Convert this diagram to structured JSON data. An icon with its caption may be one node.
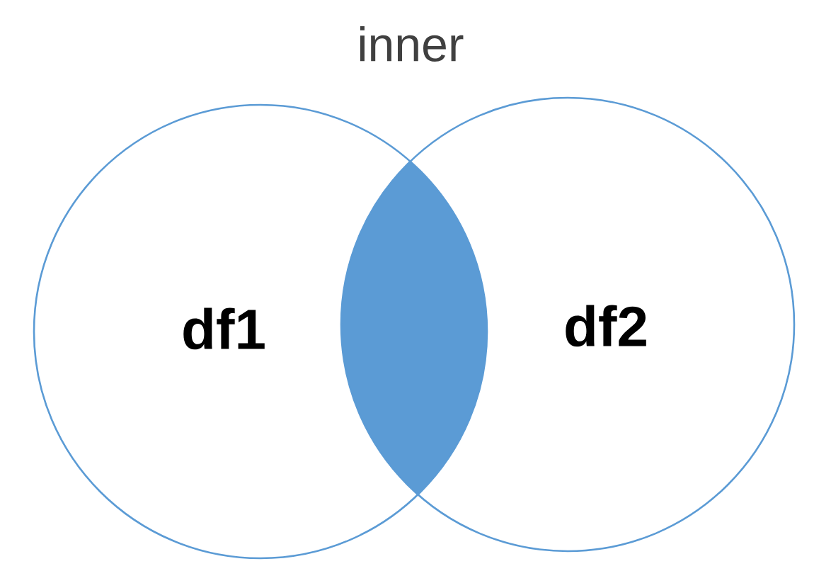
{
  "diagram": {
    "title": "inner",
    "nodes": [
      {
        "text": [
          "df1"
        ]
      },
      {
        "text": [
          "df2"
        ]
      },
      {
        "text": [],
        "shape": "lens"
      }
    ]
  }
}
